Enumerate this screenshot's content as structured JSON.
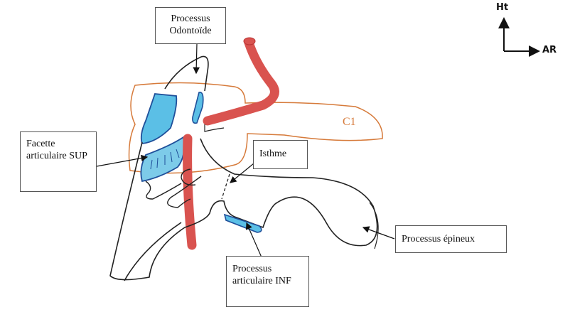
{
  "labels": {
    "odontoide": "Processus Odontoïde",
    "facette": "Facette articulaire SUP",
    "isthme": "Isthme",
    "epineux": "Processus épineux",
    "articulaire_inf": "Processus articulaire INF",
    "c1": "C1"
  },
  "axes": {
    "vertical": "Ht",
    "horizontal": "AR"
  },
  "colors": {
    "bone": "#222222",
    "c1": "#d67a3a",
    "cartilage": "#5bbfe6",
    "artery": "#d9534f"
  }
}
